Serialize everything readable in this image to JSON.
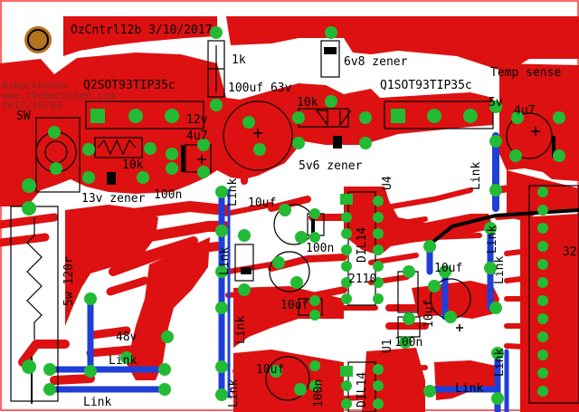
{
  "board": {
    "title": "OzCntrl12b 3/10/2017",
    "watermark": [
      "Ozbackhands",
      "www.thebackshed.com",
      "2017/10/03"
    ],
    "colors": {
      "copper_top": "#dd1111",
      "copper_bottom": "#1f3fd8",
      "pad": "#22bb33",
      "silk": "#000000",
      "jumper": "#000000",
      "mount_hole": "#b5731e"
    }
  },
  "labels": {
    "r_1k": "1k",
    "q2": "Q2SOT93TIP35c",
    "q1": "Q1SOT93TIP35c",
    "d_6v8": "6v8 zener",
    "c_100uf": "100uf 63v",
    "r_10k_a": "10k",
    "temp_sense": "Temp sense",
    "v_12v": "12v",
    "c_4u7_a": "4u7",
    "v_5v": "5v",
    "c_4u7_b": "4u7",
    "sw": "SW",
    "r_10k_b": "10k",
    "d_5v6": "5v6 zener",
    "d_13v": "13v zener",
    "c_100n_a": "100n",
    "link_a": "Link",
    "link_b": "Link",
    "c_10uf_a": "10uf",
    "c_100n_b": "100n",
    "dil14_a": "DIL14",
    "u4": "U4",
    "r_5w": "5w 120r",
    "n_2110": "2110",
    "c_10uf_b": "10uf",
    "c_10uf_c": "10uf",
    "link_c": "Link",
    "link_d": "Link",
    "link_e": "Link",
    "link_f": "Link",
    "c_10uf_d": "10uf",
    "u1": "U1",
    "c_100n_c": "100n",
    "v_48v": "48v",
    "link_g": "Link",
    "link_h": "Link",
    "link_i": "Link",
    "c_10uf_e": "10uf",
    "dil14_b": "DIL14",
    "link_j": "Link",
    "link_k": "Link",
    "num_32": "32",
    "c_100n_d": "100n"
  }
}
